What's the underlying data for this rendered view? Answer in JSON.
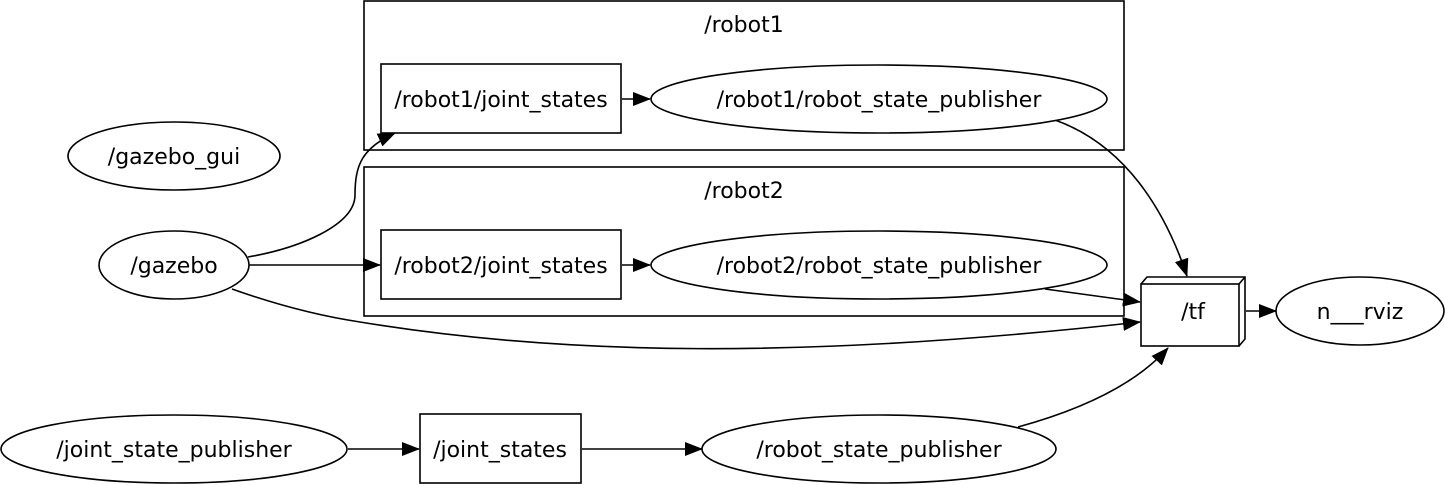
{
  "clusters": {
    "robot1": "/robot1",
    "robot2": "/robot2"
  },
  "nodes": {
    "gazebo_gui": "/gazebo_gui",
    "gazebo": "/gazebo",
    "robot1_joint_states": "/robot1/joint_states",
    "robot1_rsp": "/robot1/robot_state_publisher",
    "robot2_joint_states": "/robot2/joint_states",
    "robot2_rsp": "/robot2/robot_state_publisher",
    "tf": "/tf",
    "rviz": "n___rviz",
    "joint_state_publisher": "/joint_state_publisher",
    "joint_states": "/joint_states",
    "robot_state_publisher": "/robot_state_publisher"
  }
}
